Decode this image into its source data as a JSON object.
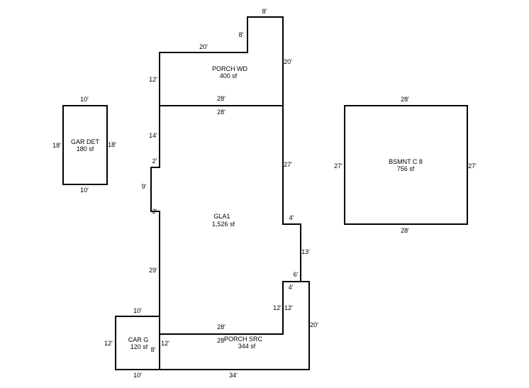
{
  "colors": {
    "line": "#000000",
    "background": "#ffffff"
  },
  "areas": [
    {
      "id": "gar-det",
      "name": "GAR DET",
      "area": "180 sf",
      "dims": [
        "10'",
        "18'",
        "18'",
        "10'"
      ]
    },
    {
      "id": "porch-wd",
      "name": "PORCH WD",
      "area": "400 sf",
      "dims": [
        "8'",
        "8'",
        "20'",
        "20'",
        "12'",
        "28'",
        "28'"
      ]
    },
    {
      "id": "gla1",
      "name": "GLA1",
      "area": "1,526 sf",
      "dims": [
        "14'",
        "2'",
        "9'",
        "2'",
        "29'",
        "27'",
        "4'",
        "13'",
        "6'",
        "12'",
        "28'"
      ]
    },
    {
      "id": "bsmnt",
      "name": "BSMNT C 8",
      "area": "756 sf",
      "dims": [
        "28'",
        "27'",
        "27'",
        "28'"
      ]
    },
    {
      "id": "porch-src",
      "name": "PORCH SRC",
      "area": "344 sf",
      "dims": [
        "4'",
        "12'",
        "20'",
        "28'",
        "34'",
        "8'"
      ]
    },
    {
      "id": "car-g",
      "name": "CAR G",
      "area": "120 sf",
      "dims": [
        "10'",
        "12'",
        "12'",
        "10'"
      ]
    }
  ]
}
